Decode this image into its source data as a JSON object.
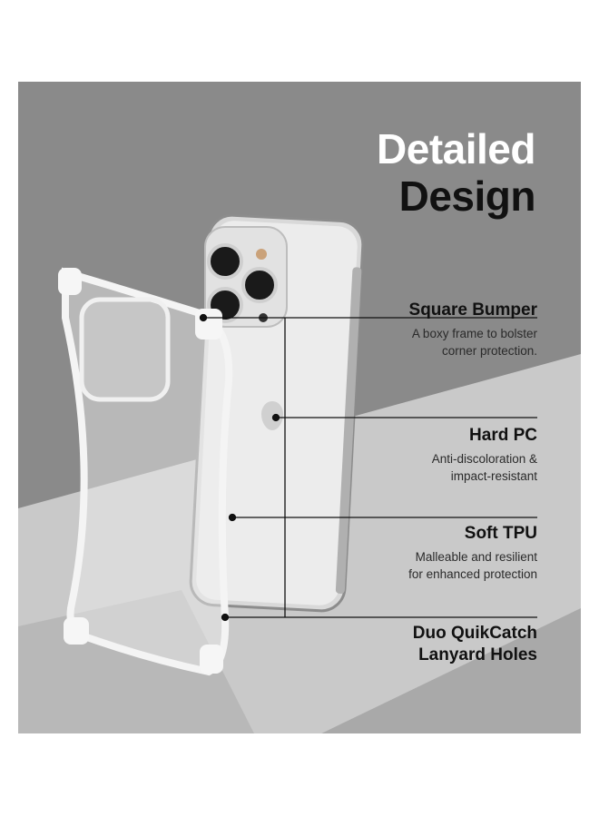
{
  "title": {
    "line1": "Detailed",
    "line2": "Design"
  },
  "features": [
    {
      "heading": "Square Bumper",
      "desc1": "A boxy frame to bolster",
      "desc2": "corner protection."
    },
    {
      "heading": "Hard PC",
      "desc1": "Anti-discoloration &",
      "desc2": "impact-resistant"
    },
    {
      "heading": "Soft TPU",
      "desc1": "Malleable and resilient",
      "desc2": "for enhanced protection"
    },
    {
      "heading": "Duo QuikCatch",
      "desc1": "Lanyard Holes",
      "desc2": ""
    }
  ],
  "colors": {
    "background": "#8a8a8a",
    "title_top": "#ffffff",
    "text": "#111111"
  }
}
